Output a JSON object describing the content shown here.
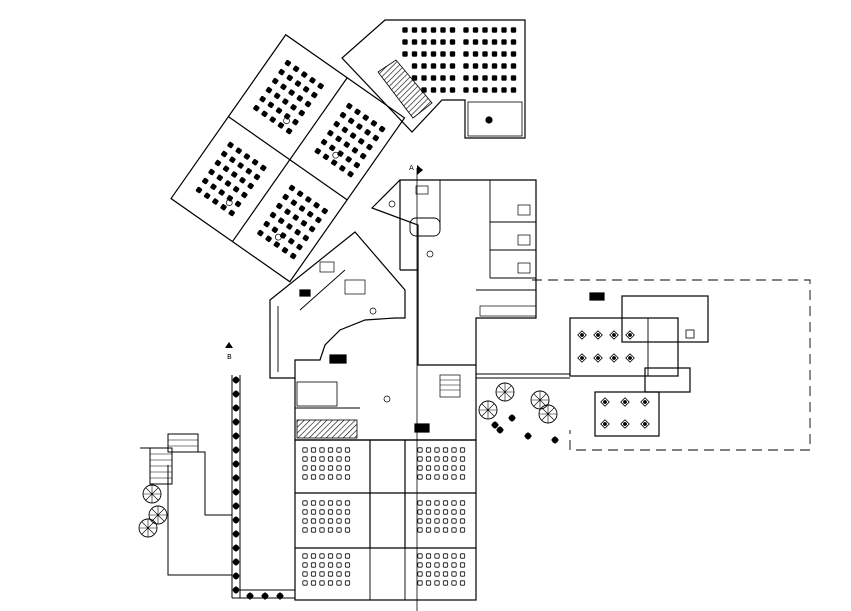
{
  "plan": {
    "section_markers": [
      {
        "id": "marker-a",
        "label": "A"
      },
      {
        "id": "marker-b",
        "label": "B"
      }
    ],
    "colors": {
      "line": "#000000",
      "background": "#ffffff",
      "hatch": "#000000"
    },
    "icons": {
      "chair": "chair-icon",
      "desk": "desk-icon",
      "tree": "tree-icon",
      "shrub": "shrub-icon",
      "section-arrow": "section-arrow-icon"
    }
  }
}
